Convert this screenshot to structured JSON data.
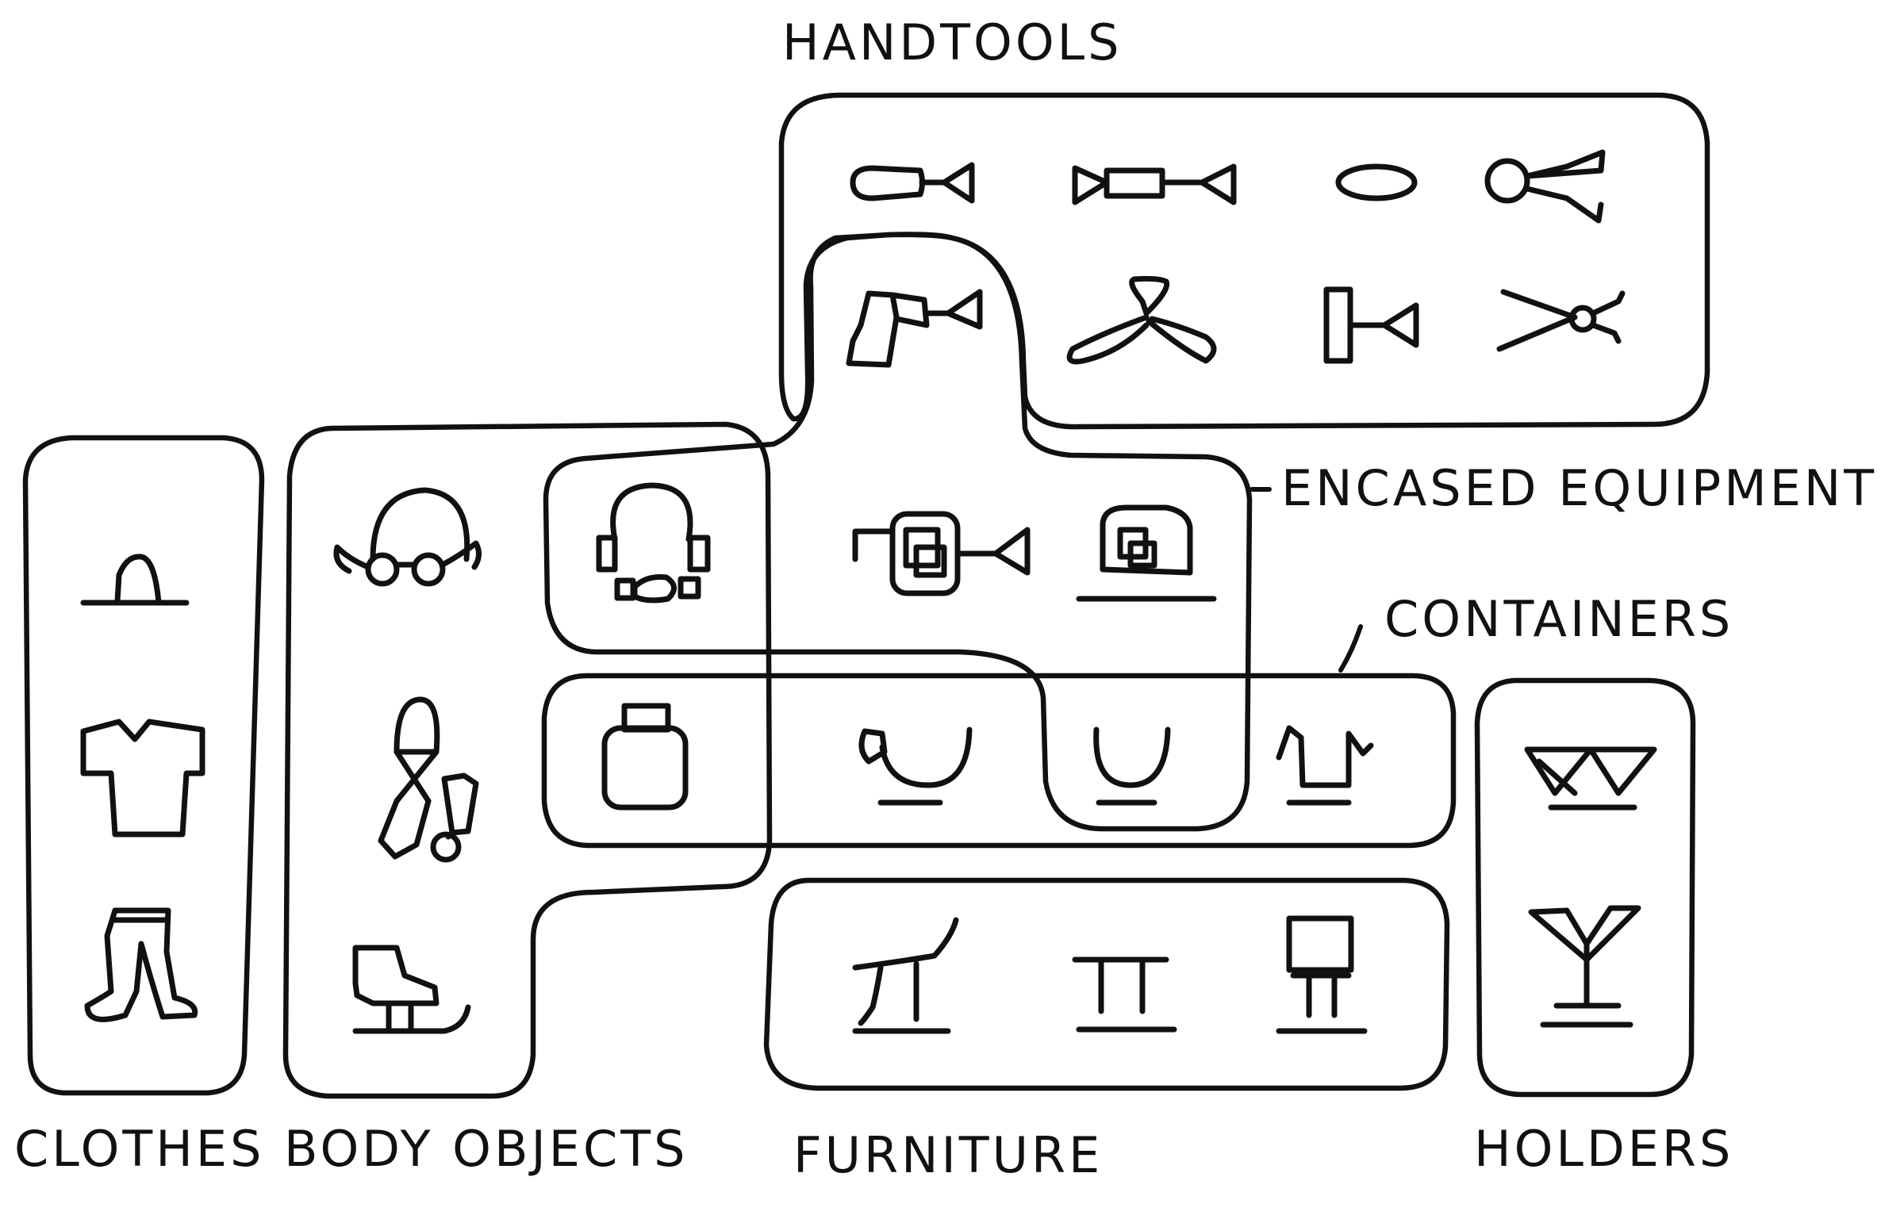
{
  "labels": {
    "handtools": "HANDTOOLS",
    "encased_equipment": "ENCASED EQUIPMENT",
    "containers": "CONTAINERS",
    "clothes": "CLOTHES",
    "body_objects": "BODY OBJECTS",
    "furniture": "FURNITURE",
    "holders": "HOLDERS"
  },
  "icons": {
    "handtools": [
      "file-tool-icon",
      "double-file-icon",
      "oval-tool-icon",
      "tongs-icon",
      "drill-icon",
      "propeller-icon",
      "hammer-icon",
      "pliers-icon"
    ],
    "encased_equipment": [
      "headphones-icon",
      "camera-icon",
      "appliance-icon"
    ],
    "containers": [
      "bottle-icon",
      "cup-icon",
      "bowl-icon",
      "pot-icon"
    ],
    "clothes": [
      "hat-icon",
      "shirt-icon",
      "trousers-icon"
    ],
    "body_objects": [
      "glasses-icon",
      "tie-icon",
      "skate-icon"
    ],
    "furniture": [
      "chair-icon",
      "table-icon",
      "cabinet-icon"
    ],
    "holders": [
      "stand-icon",
      "goblet-holder-icon"
    ]
  }
}
